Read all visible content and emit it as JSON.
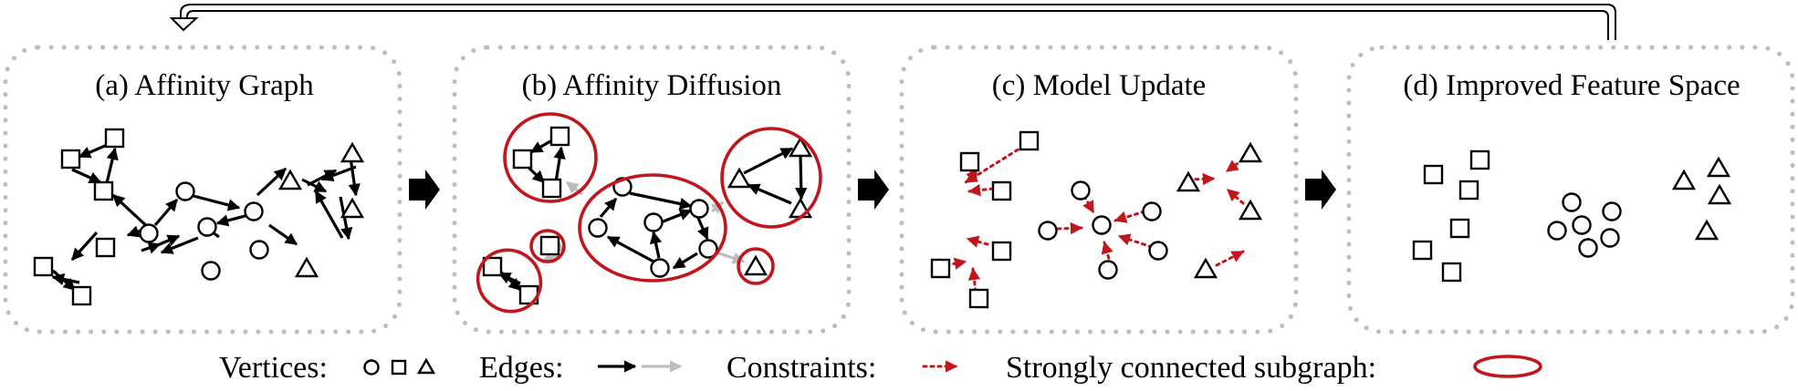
{
  "panels": [
    {
      "id": "a",
      "title": "(a) Affinity Graph"
    },
    {
      "id": "b",
      "title": "(b) Affinity Diffusion"
    },
    {
      "id": "c",
      "title": "(c) Model Update"
    },
    {
      "id": "d",
      "title": "(d) Improved Feature Space"
    }
  ],
  "legend": {
    "vertices_label": "Vertices:",
    "edges_label": "Edges:",
    "constraints_label": "Constraints:",
    "subgraph_label": "Strongly connected subgraph:"
  },
  "colors": {
    "edge": "#000000",
    "diffused_edge": "#bdbdbd",
    "constraint": "#c0161c",
    "subgraph": "#c0161c",
    "panel_border": "#bdbdbd"
  },
  "vertex_shapes": [
    "circle",
    "square",
    "triangle"
  ]
}
